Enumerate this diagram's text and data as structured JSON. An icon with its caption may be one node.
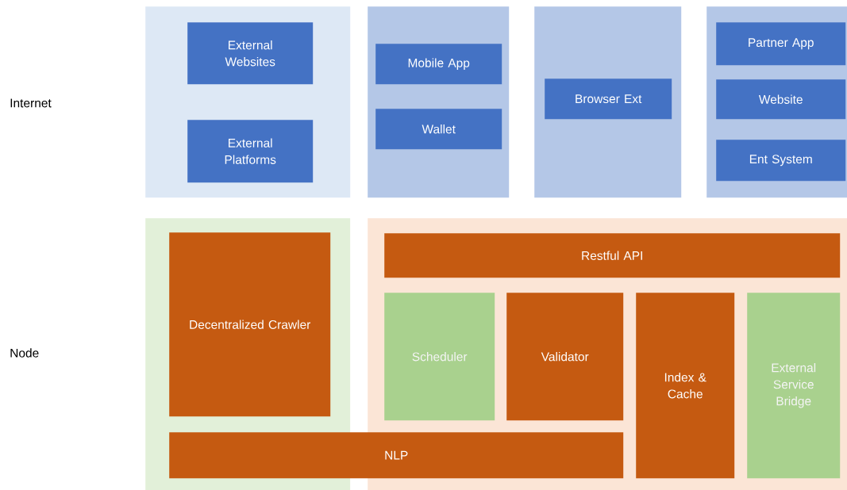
{
  "diagram": {
    "nodes": [
      {
        "text": [],
        "shape": "box"
      },
      {
        "text": [
          "External Websites"
        ],
        "in": 0
      },
      {
        "text": [
          "External Platforms"
        ],
        "in": 0
      },
      {
        "text": [],
        "shape": "box"
      },
      {
        "text": [
          "Mobile App"
        ],
        "in": 3
      },
      {
        "text": [
          "Wallet"
        ],
        "in": 3
      },
      {
        "text": [],
        "shape": "box"
      },
      {
        "text": [
          "Browser Ext"
        ],
        "in": 6
      },
      {
        "text": [],
        "shape": "box"
      },
      {
        "text": [
          "Partner App"
        ],
        "in": 8
      },
      {
        "text": [
          "Website"
        ],
        "in": 8
      },
      {
        "text": [
          "Ent System"
        ],
        "in": 8
      },
      {
        "text": [],
        "shape": "box"
      },
      {
        "text": [
          "Decentralized Crawler"
        ],
        "in": 12
      },
      {
        "text": [],
        "shape": "box"
      },
      {
        "text": [
          "Restful API"
        ],
        "in": 14
      },
      {
        "text": [
          "Scheduler"
        ],
        "in": 14
      },
      {
        "text": [
          "Validator"
        ],
        "in": 14
      },
      {
        "text": [
          "Index & Cache"
        ],
        "in": 14
      },
      {
        "text": [
          "External Service Bridge"
        ],
        "in": 14
      },
      {
        "text": [
          "NLP"
        ]
      }
    ],
    "labels": [
      "Internet",
      "Node"
    ]
  }
}
